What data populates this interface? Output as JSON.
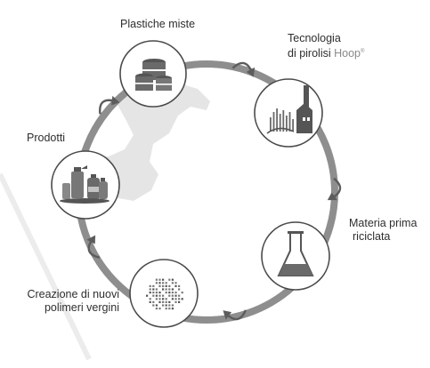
{
  "stages": [
    {
      "id": "plastiche",
      "lines": [
        "Plastiche miste"
      ],
      "icon": "barrels-icon"
    },
    {
      "id": "tecnologia",
      "lines": [
        "Tecnologia",
        "di pirolisi"
      ],
      "brand": "Hoop",
      "brand_mark": "®",
      "icon": "factory-icon"
    },
    {
      "id": "materia",
      "lines": [
        "Materia prima",
        "riciclata"
      ],
      "icon": "flask-icon"
    },
    {
      "id": "creazione",
      "lines": [
        "Creazione di nuovi",
        "polimeri vergini"
      ],
      "icon": "pellets-icon"
    },
    {
      "id": "prodotti",
      "lines": [
        "Prodotti"
      ],
      "icon": "bottles-icon"
    }
  ],
  "colors": {
    "ring": "#8e8e8e",
    "node_fill": "#ffffff",
    "node_stroke": "#4a4a4a",
    "icon": "#6a6a6a",
    "icon_dark": "#555555",
    "arrow": "#5c5c5c",
    "map": "#dcdcdc",
    "text": "#2e2e2e"
  }
}
